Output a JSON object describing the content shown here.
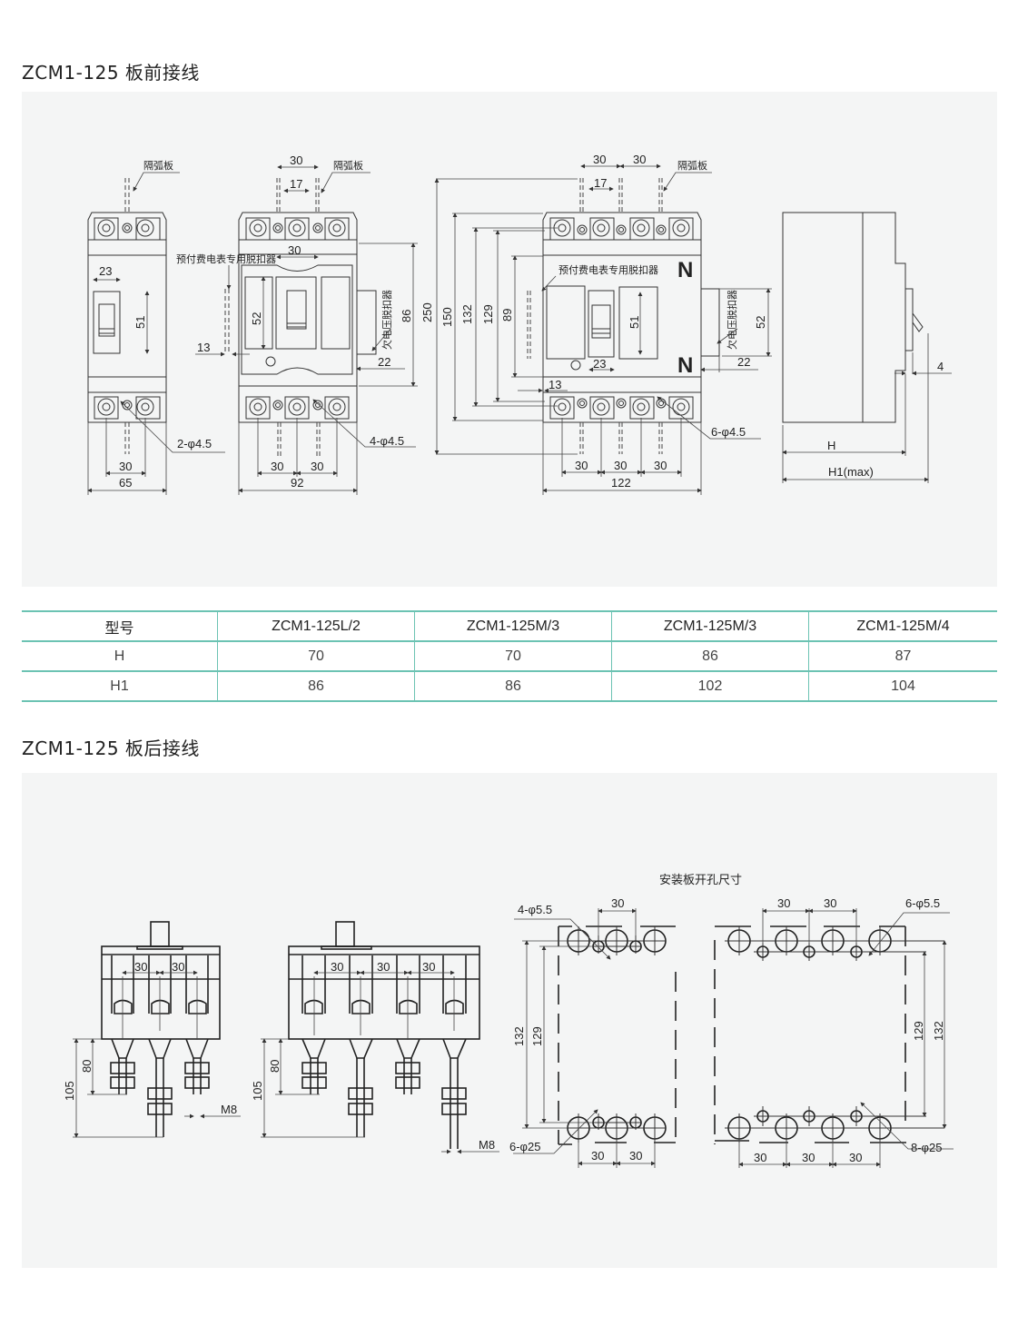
{
  "section1": {
    "title": "ZCM1-125 板前接线",
    "labels": {
      "arc_plate": "隔弧板",
      "prepaid_release": "预付费电表专用脱扣器",
      "undervoltage_release": "欠电压脱扣器",
      "neutral": "N"
    },
    "view_2p": {
      "dims": [
        "23",
        "51",
        "30",
        "65"
      ],
      "holes": "2-φ4.5"
    },
    "view_3p": {
      "dims": [
        "30",
        "17",
        "30",
        "52",
        "86",
        "13",
        "22",
        "30",
        "30",
        "92",
        "250"
      ],
      "holes": "4-φ4.5"
    },
    "view_4p": {
      "dims": [
        "30",
        "30",
        "17",
        "150",
        "132",
        "129",
        "89",
        "51",
        "52",
        "23",
        "22",
        "13",
        "30",
        "30",
        "30",
        "122"
      ],
      "holes": "6-φ4.5"
    },
    "side_view": {
      "dims": [
        "4"
      ],
      "h_label": "H",
      "h1_label": "H1(max)"
    }
  },
  "table": {
    "header": [
      "型号",
      "ZCM1-125L/2",
      "ZCM1-125M/3",
      "ZCM1-125M/3",
      "ZCM1-125M/4"
    ],
    "rows": [
      [
        "H",
        "70",
        "70",
        "86",
        "87"
      ],
      [
        "H1",
        "86",
        "86",
        "102",
        "104"
      ]
    ],
    "accent_color": "#6cc3b3"
  },
  "section2": {
    "title": "ZCM1-125 板后接线",
    "cutout_title": "安装板开孔尺寸",
    "view_3p": {
      "dims": [
        "30",
        "30",
        "80",
        "105"
      ],
      "thread": "M8"
    },
    "view_4p": {
      "dims": [
        "30",
        "30",
        "30",
        "80",
        "105"
      ],
      "thread": "M8"
    },
    "cutout_3p": {
      "dims": [
        "30",
        "132",
        "129",
        "30",
        "30"
      ],
      "small_holes": "4-φ5.5",
      "large_holes": "6-φ25"
    },
    "cutout_4p": {
      "dims": [
        "30",
        "30",
        "129",
        "132",
        "30",
        "30",
        "30"
      ],
      "small_holes": "6-φ5.5",
      "large_holes": "8-φ25"
    }
  }
}
